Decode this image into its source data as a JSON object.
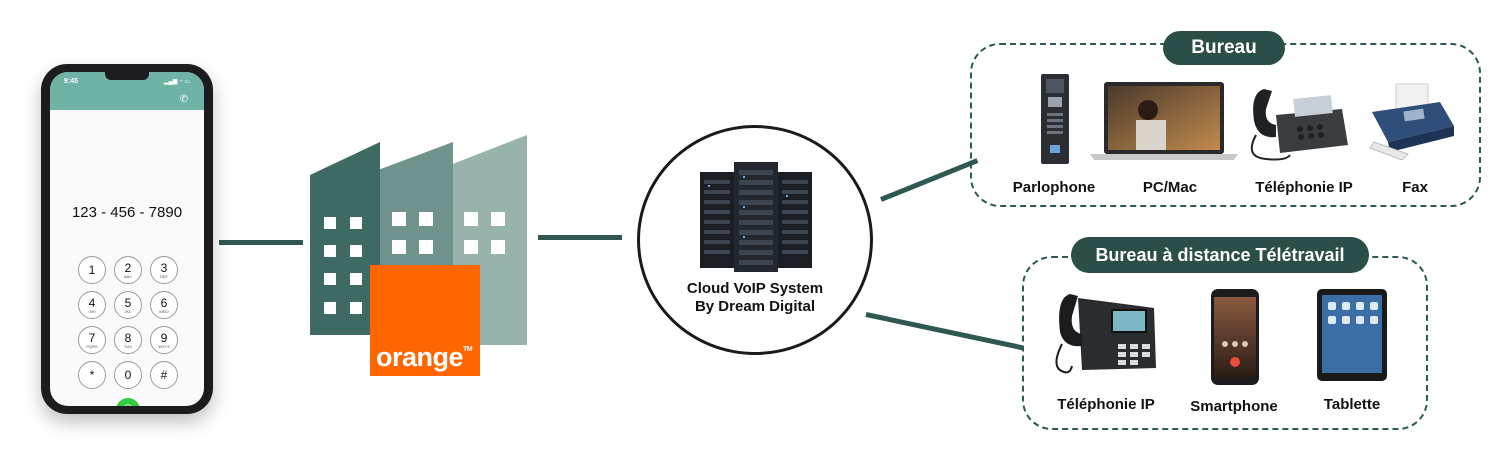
{
  "phone": {
    "status_time": "9:45",
    "dialed_number": "123 - 456 - 7890",
    "keys": [
      {
        "digit": "1",
        "letters": ""
      },
      {
        "digit": "2",
        "letters": "ABC"
      },
      {
        "digit": "3",
        "letters": "DEF"
      },
      {
        "digit": "4",
        "letters": "GHI"
      },
      {
        "digit": "5",
        "letters": "JKL"
      },
      {
        "digit": "6",
        "letters": "MNO"
      },
      {
        "digit": "7",
        "letters": "PQRS"
      },
      {
        "digit": "8",
        "letters": "TUV"
      },
      {
        "digit": "9",
        "letters": "WXYZ"
      },
      {
        "digit": "*",
        "letters": ""
      },
      {
        "digit": "0",
        "letters": ""
      },
      {
        "digit": "#",
        "letters": ""
      }
    ]
  },
  "operator": {
    "name": "orange",
    "trademark": "TM",
    "color": "#ff6600"
  },
  "cloud": {
    "line1": "Cloud VoIP System",
    "line2": "By Dream Digital"
  },
  "office_group": {
    "title": "Bureau",
    "devices": [
      {
        "label": "Parlophone",
        "icon": "intercom-icon"
      },
      {
        "label": "PC/Mac",
        "icon": "laptop-icon"
      },
      {
        "label": "Téléphonie IP",
        "icon": "desk-phone-icon"
      },
      {
        "label": "Fax",
        "icon": "fax-icon"
      }
    ]
  },
  "remote_group": {
    "title": "Bureau à distance Télétravail",
    "devices": [
      {
        "label": "Téléphonie IP",
        "icon": "ip-phone-icon"
      },
      {
        "label": "Smartphone",
        "icon": "smartphone-icon"
      },
      {
        "label": "Tablette",
        "icon": "tablet-icon"
      }
    ]
  },
  "colors": {
    "brand_dark_green": "#2b4e48",
    "connector": "#2f5852",
    "building_dark": "#3f6a63",
    "building_mid": "#6f938c",
    "building_light": "#98b2ac",
    "orange": "#ff6600"
  }
}
